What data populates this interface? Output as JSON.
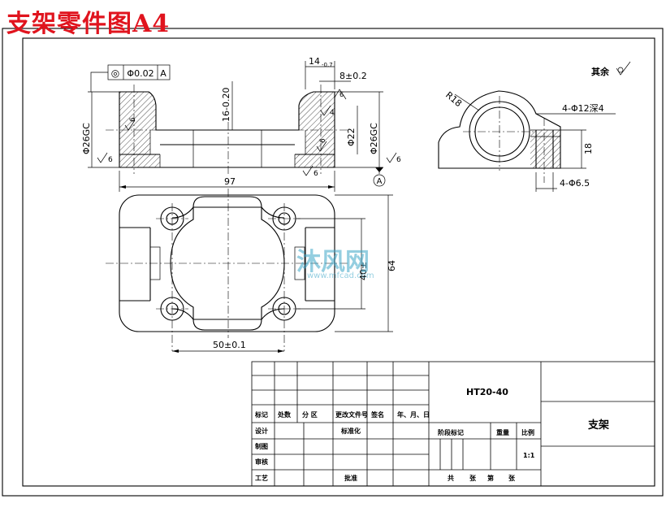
{
  "heading": "支架零件图A4",
  "drawing": {
    "geo_tolerance": {
      "symbol": "◎",
      "value": "Φ0.02",
      "datum": "A"
    },
    "datum_label": "A",
    "dims": {
      "d_14": "14",
      "d_14_tol": "-0.7",
      "d_8": "8±0.2",
      "d_16": "16-0.20",
      "d_26a": "Φ26GC",
      "d_26b": "Φ26GC",
      "d_22": "Φ22",
      "d_97": "97",
      "d_64": "64",
      "d_40": "40±",
      "d_50": "50±0.1",
      "d_r18": "R18",
      "d_hole12": "4-Φ12深4",
      "d_18": "18",
      "d_hole65": "4-Φ6.5"
    },
    "finish": {
      "f1": "6",
      "f2": "6",
      "f3": "4",
      "f4": "6",
      "f5": "6",
      "f6": "6",
      "f7": "6"
    },
    "rest_note": "其余"
  },
  "title_block": {
    "material": "HT20-40",
    "part_name": "支架",
    "headers": [
      "标记",
      "处数",
      "分 区",
      "更改文件号",
      "签名",
      "年、月、日"
    ],
    "roles": [
      "设计",
      "制图",
      "审核",
      "工艺"
    ],
    "standardize": "标准化",
    "approve": "批准",
    "stage_mark": "阶段标记",
    "weight": "重量",
    "scale_label": "比例",
    "scale": "1:1",
    "sheets": [
      "共",
      "张",
      "第",
      "张"
    ]
  },
  "watermark": {
    "text": "沐风网",
    "url": "www.mfcad.com"
  }
}
